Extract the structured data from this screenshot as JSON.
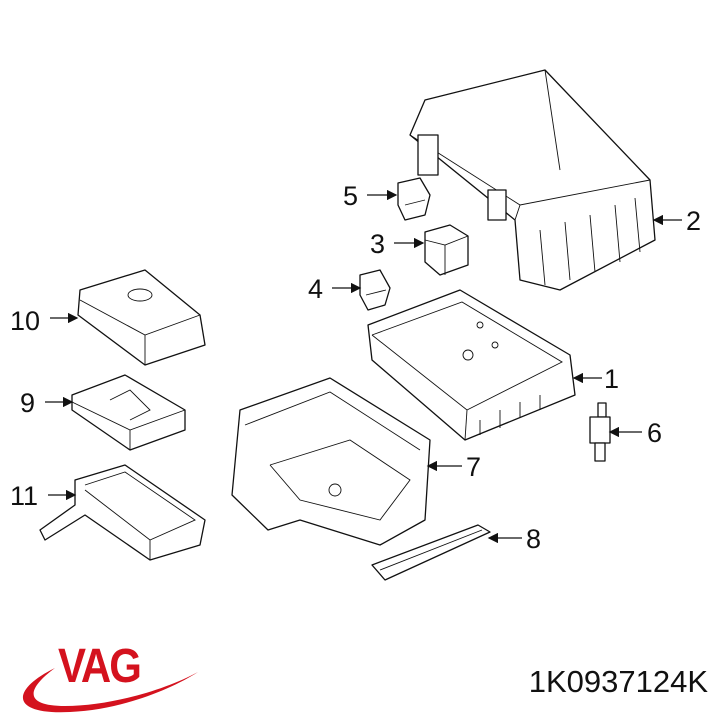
{
  "diagram": {
    "callouts": [
      {
        "number": "1",
        "part": "fuse-box-base"
      },
      {
        "number": "2",
        "part": "fuse-box-cover"
      },
      {
        "number": "3",
        "part": "relay"
      },
      {
        "number": "4",
        "part": "fuse"
      },
      {
        "number": "5",
        "part": "fuse"
      },
      {
        "number": "6",
        "part": "fuse-link"
      },
      {
        "number": "7",
        "part": "battery-tray"
      },
      {
        "number": "8",
        "part": "rail"
      },
      {
        "number": "9",
        "part": "holder"
      },
      {
        "number": "10",
        "part": "cover"
      },
      {
        "number": "11",
        "part": "housing"
      }
    ]
  },
  "brand": {
    "logo_text": "VAG",
    "logo_color": "#d4121e"
  },
  "part_number": "1K0937124K"
}
